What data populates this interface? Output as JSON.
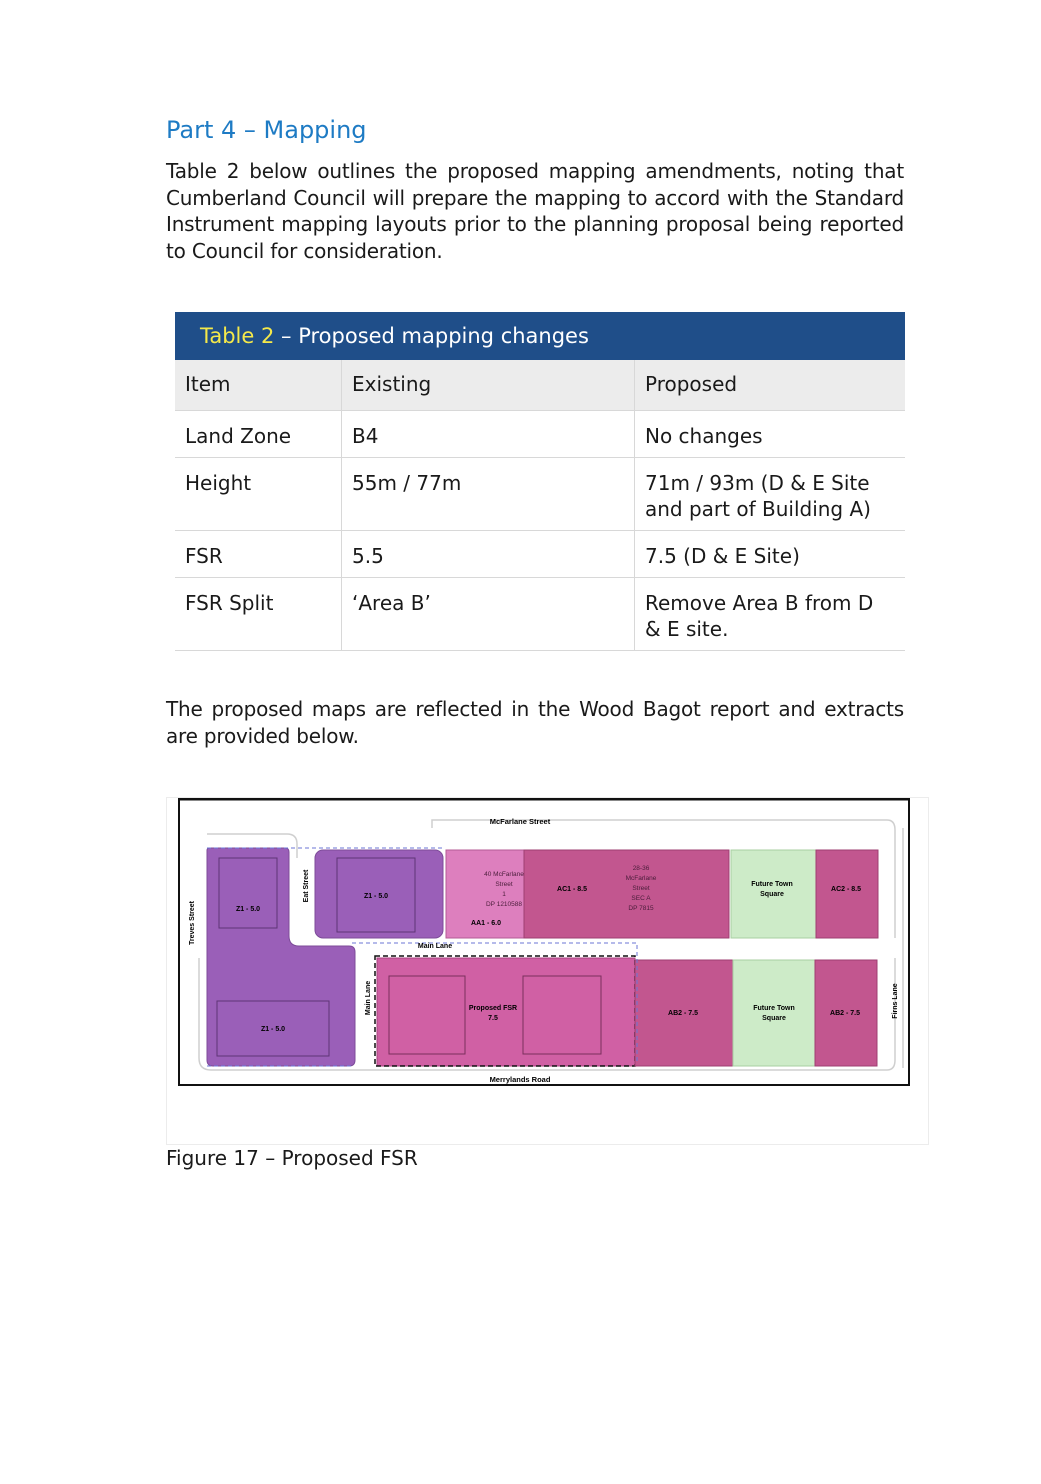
{
  "heading": "Part 4 – Mapping",
  "intro": "Table 2 below outlines the proposed mapping amendments, noting that Cumberland Council will prepare the mapping to accord with the Standard Instrument mapping layouts prior to the planning proposal being reported to Council for consideration.",
  "table": {
    "title_num": "Table 2",
    "title_text": " – Proposed mapping changes",
    "headers": [
      "Item",
      "Existing",
      "Proposed"
    ],
    "rows": [
      [
        "Land Zone",
        "B4",
        "No changes"
      ],
      [
        "Height",
        "55m / 77m",
        "71m / 93m (D & E Site and part of Building A)"
      ],
      [
        "FSR",
        "5.5",
        "7.5 (D & E Site)"
      ],
      [
        "FSR Split",
        "‘Area B’",
        "Remove Area B from D & E site."
      ]
    ]
  },
  "outro": "The proposed maps are reflected in the Wood Bagot report and extracts are provided below.",
  "map": {
    "streets": {
      "top": "McFarlane Street",
      "bottom": "Merrylands Road",
      "left": "Treves Street",
      "east": "Eat Street",
      "main_lane": "Main Lane",
      "main_lane_v": "Main Lane",
      "firns": "Firns Lane"
    },
    "zones": {
      "z1_left": "Z1 - 5.0",
      "z1_left_bottom": "Z1 - 5.0",
      "z1_mid": "Z1 - 5.0",
      "aa1_l1": "40 McFarlane",
      "aa1_l2": "Street",
      "aa1_l3": "1",
      "aa1_l4": "DP 1210588",
      "aa1": "AA1 - 6.0",
      "ac1_l1": "28-36",
      "ac1_l2": "McFarlane",
      "ac1_l3": "Street",
      "ac1_l4": "SEC A",
      "ac1_l5": "DP 7815",
      "ac1": "AC1 - 8.5",
      "future_top_1": "Future Town",
      "future_top_2": "Square",
      "ac2": "AC2 - 8.5",
      "proposed_1": "Proposed FSR",
      "proposed_2": "7.5",
      "ab2a": "AB2 - 7.5",
      "future_bot_1": "Future Town",
      "future_bot_2": "Square",
      "ab2b": "AB2 - 7.5"
    },
    "colors": {
      "purple": "#9a5fb8",
      "light_pink": "#dd7fbe",
      "dark_pink": "#c2568f",
      "pink": "#d060a4",
      "green": "#cdebc8"
    }
  },
  "caption": "Figure 17 – Proposed FSR"
}
